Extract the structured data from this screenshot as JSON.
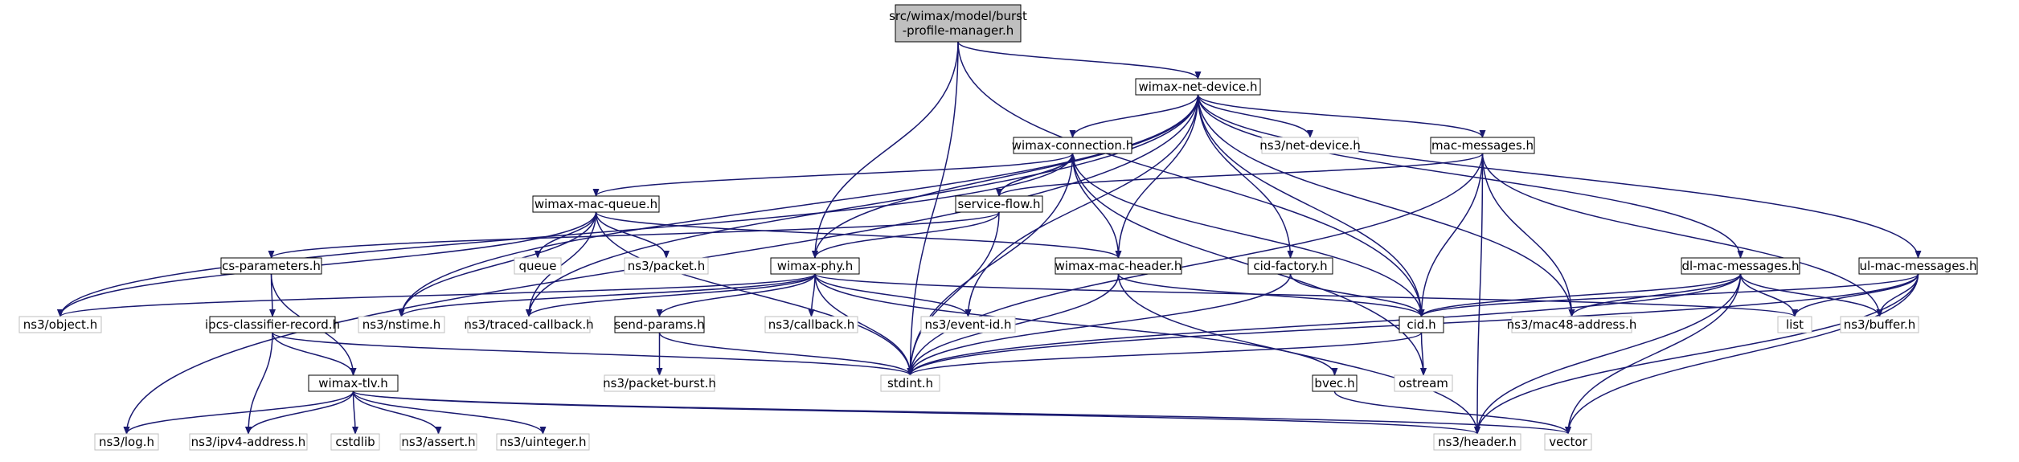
{
  "diagram": {
    "nodes": [
      {
        "id": "burst",
        "lines": [
          "src/wimax/model/burst",
          "-profile-manager.h"
        ],
        "kind": "root"
      },
      {
        "id": "wnd",
        "lines": [
          "wimax-net-device.h"
        ],
        "kind": "file"
      },
      {
        "id": "wconn",
        "lines": [
          "wimax-connection.h"
        ],
        "kind": "file"
      },
      {
        "id": "netdev",
        "lines": [
          "ns3/net-device.h"
        ],
        "kind": "external"
      },
      {
        "id": "macmsg",
        "lines": [
          "mac-messages.h"
        ],
        "kind": "file"
      },
      {
        "id": "wmq",
        "lines": [
          "wimax-mac-queue.h"
        ],
        "kind": "file"
      },
      {
        "id": "sflow",
        "lines": [
          "service-flow.h"
        ],
        "kind": "file"
      },
      {
        "id": "csparams",
        "lines": [
          "cs-parameters.h"
        ],
        "kind": "file"
      },
      {
        "id": "queue",
        "lines": [
          "queue"
        ],
        "kind": "external"
      },
      {
        "id": "packet",
        "lines": [
          "ns3/packet.h"
        ],
        "kind": "external"
      },
      {
        "id": "wphy",
        "lines": [
          "wimax-phy.h"
        ],
        "kind": "file"
      },
      {
        "id": "wmh",
        "lines": [
          "wimax-mac-header.h"
        ],
        "kind": "file"
      },
      {
        "id": "cidf",
        "lines": [
          "cid-factory.h"
        ],
        "kind": "file"
      },
      {
        "id": "dlmac",
        "lines": [
          "dl-mac-messages.h"
        ],
        "kind": "file"
      },
      {
        "id": "ulmac",
        "lines": [
          "ul-mac-messages.h"
        ],
        "kind": "file"
      },
      {
        "id": "object",
        "lines": [
          "ns3/object.h"
        ],
        "kind": "external"
      },
      {
        "id": "ipcs",
        "lines": [
          "ipcs-classifier-record.h"
        ],
        "kind": "file"
      },
      {
        "id": "nstime",
        "lines": [
          "ns3/nstime.h"
        ],
        "kind": "external"
      },
      {
        "id": "traced",
        "lines": [
          "ns3/traced-callback.h"
        ],
        "kind": "external"
      },
      {
        "id": "sendp",
        "lines": [
          "send-params.h"
        ],
        "kind": "file"
      },
      {
        "id": "callback",
        "lines": [
          "ns3/callback.h"
        ],
        "kind": "external"
      },
      {
        "id": "eventid",
        "lines": [
          "ns3/event-id.h"
        ],
        "kind": "external"
      },
      {
        "id": "cid",
        "lines": [
          "cid.h"
        ],
        "kind": "file"
      },
      {
        "id": "mac48",
        "lines": [
          "ns3/mac48-address.h"
        ],
        "kind": "external"
      },
      {
        "id": "list",
        "lines": [
          "list"
        ],
        "kind": "external"
      },
      {
        "id": "buffer",
        "lines": [
          "ns3/buffer.h"
        ],
        "kind": "external"
      },
      {
        "id": "pburst",
        "lines": [
          "ns3/packet-burst.h"
        ],
        "kind": "external"
      },
      {
        "id": "wtlv",
        "lines": [
          "wimax-tlv.h"
        ],
        "kind": "file"
      },
      {
        "id": "stdint",
        "lines": [
          "stdint.h"
        ],
        "kind": "external"
      },
      {
        "id": "bvec",
        "lines": [
          "bvec.h"
        ],
        "kind": "file"
      },
      {
        "id": "ostream",
        "lines": [
          "ostream"
        ],
        "kind": "external"
      },
      {
        "id": "log",
        "lines": [
          "ns3/log.h"
        ],
        "kind": "external"
      },
      {
        "id": "ipv4",
        "lines": [
          "ns3/ipv4-address.h"
        ],
        "kind": "external"
      },
      {
        "id": "cstdlib",
        "lines": [
          "cstdlib"
        ],
        "kind": "external"
      },
      {
        "id": "assert",
        "lines": [
          "ns3/assert.h"
        ],
        "kind": "external"
      },
      {
        "id": "uinteger",
        "lines": [
          "ns3/uinteger.h"
        ],
        "kind": "external"
      },
      {
        "id": "header",
        "lines": [
          "ns3/header.h"
        ],
        "kind": "external"
      },
      {
        "id": "vector",
        "lines": [
          "vector"
        ],
        "kind": "external"
      }
    ],
    "edges": [
      [
        "burst",
        "wnd"
      ],
      [
        "burst",
        "wphy"
      ],
      [
        "burst",
        "stdint"
      ],
      [
        "burst",
        "cid"
      ],
      [
        "wnd",
        "wconn"
      ],
      [
        "wnd",
        "netdev"
      ],
      [
        "wnd",
        "macmsg"
      ],
      [
        "wnd",
        "dlmac"
      ],
      [
        "wnd",
        "ulmac"
      ],
      [
        "wnd",
        "wphy"
      ],
      [
        "wnd",
        "wmh"
      ],
      [
        "wnd",
        "cidf"
      ],
      [
        "wnd",
        "cid"
      ],
      [
        "wnd",
        "mac48"
      ],
      [
        "wnd",
        "nstime"
      ],
      [
        "wnd",
        "traced"
      ],
      [
        "wnd",
        "eventid"
      ],
      [
        "wnd",
        "log"
      ],
      [
        "wconn",
        "wmq"
      ],
      [
        "wconn",
        "sflow"
      ],
      [
        "wconn",
        "object"
      ],
      [
        "wconn",
        "wmh"
      ],
      [
        "wconn",
        "stdint"
      ],
      [
        "wconn",
        "cid"
      ],
      [
        "wconn",
        "ostream"
      ],
      [
        "sflow",
        "wconn"
      ],
      [
        "sflow",
        "wphy"
      ],
      [
        "sflow",
        "csparams"
      ],
      [
        "sflow",
        "stdint"
      ],
      [
        "macmsg",
        "sflow"
      ],
      [
        "macmsg",
        "cid"
      ],
      [
        "macmsg",
        "mac48"
      ],
      [
        "macmsg",
        "buffer"
      ],
      [
        "macmsg",
        "header"
      ],
      [
        "macmsg",
        "stdint"
      ],
      [
        "wmq",
        "object"
      ],
      [
        "wmq",
        "queue"
      ],
      [
        "wmq",
        "packet"
      ],
      [
        "wmq",
        "nstime"
      ],
      [
        "wmq",
        "traced"
      ],
      [
        "wmq",
        "wmh"
      ],
      [
        "wmq",
        "stdint"
      ],
      [
        "csparams",
        "ipcs"
      ],
      [
        "csparams",
        "wtlv"
      ],
      [
        "wphy",
        "object"
      ],
      [
        "wphy",
        "nstime"
      ],
      [
        "wphy",
        "traced"
      ],
      [
        "wphy",
        "sendp"
      ],
      [
        "wphy",
        "callback"
      ],
      [
        "wphy",
        "eventid"
      ],
      [
        "wphy",
        "list"
      ],
      [
        "wphy",
        "stdint"
      ],
      [
        "wphy",
        "bvec"
      ],
      [
        "wmh",
        "cid"
      ],
      [
        "wmh",
        "stdint"
      ],
      [
        "wmh",
        "header"
      ],
      [
        "cidf",
        "cid"
      ],
      [
        "cidf",
        "stdint"
      ],
      [
        "dlmac",
        "cid"
      ],
      [
        "dlmac",
        "mac48"
      ],
      [
        "dlmac",
        "list"
      ],
      [
        "dlmac",
        "buffer"
      ],
      [
        "dlmac",
        "stdint"
      ],
      [
        "dlmac",
        "header"
      ],
      [
        "dlmac",
        "vector"
      ],
      [
        "ulmac",
        "cid"
      ],
      [
        "ulmac",
        "list"
      ],
      [
        "ulmac",
        "buffer"
      ],
      [
        "ulmac",
        "stdint"
      ],
      [
        "ulmac",
        "header"
      ],
      [
        "ulmac",
        "vector"
      ],
      [
        "ipcs",
        "wtlv"
      ],
      [
        "ipcs",
        "ipv4"
      ],
      [
        "ipcs",
        "stdint"
      ],
      [
        "sendp",
        "pburst"
      ],
      [
        "sendp",
        "stdint"
      ],
      [
        "cid",
        "stdint"
      ],
      [
        "cid",
        "ostream"
      ],
      [
        "bvec",
        "vector"
      ],
      [
        "wtlv",
        "log"
      ],
      [
        "wtlv",
        "ipv4"
      ],
      [
        "wtlv",
        "cstdlib"
      ],
      [
        "wtlv",
        "assert"
      ],
      [
        "wtlv",
        "uinteger"
      ],
      [
        "wtlv",
        "header"
      ],
      [
        "wtlv",
        "vector"
      ]
    ],
    "colors": {
      "edge": "#191970",
      "file_border": "#000000",
      "external_border": "#bfbfbf",
      "root_fill": "#bfbfbf",
      "node_fill": "#ffffff",
      "text": "#000000"
    }
  }
}
